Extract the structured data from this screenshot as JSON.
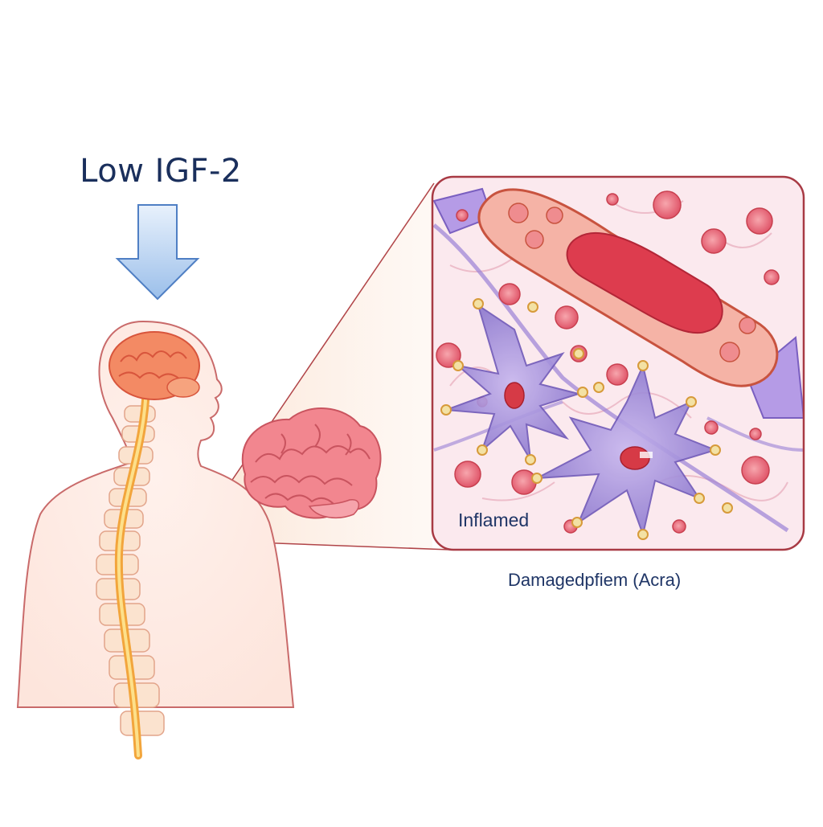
{
  "title": "Low IGF-2",
  "labels": {
    "inset": "Inflamed",
    "caption": "Damagedpfiem (Acra)"
  },
  "icons": [
    "down-arrow-icon",
    "brain-icon",
    "spinal-cord-icon",
    "blood-vessel-icon",
    "astrocyte-icon"
  ],
  "colors": {
    "title": "#1a2f5c",
    "arrow": "#a9c7ec",
    "body_outline": "#c96a6a",
    "brain": "#f08a6a",
    "spine": "#f6c34a",
    "vessel": "#e34c5c",
    "glial_cell": "#8f7bd0",
    "inset_border": "#a83a44"
  }
}
